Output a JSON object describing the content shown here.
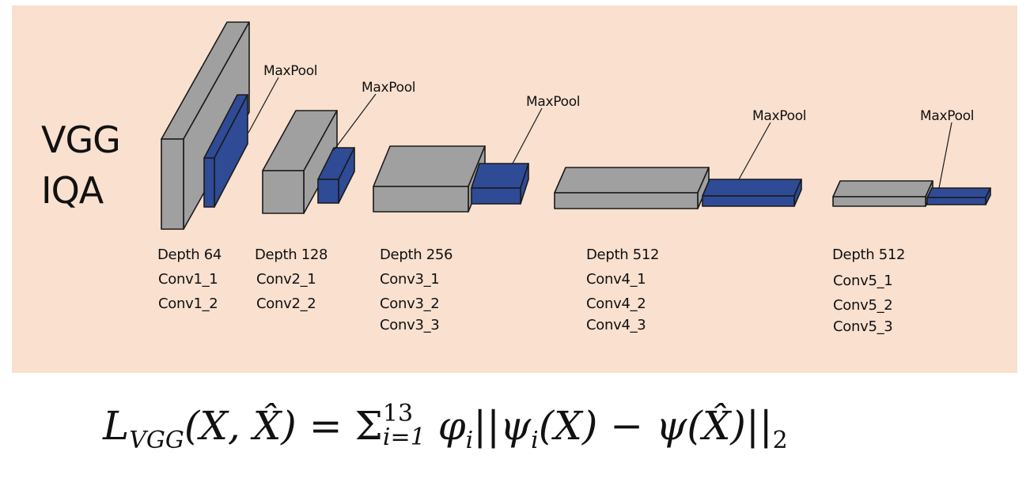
{
  "title": {
    "line1": "VGG",
    "line2": "IQA"
  },
  "colors": {
    "background_panel": "#f9e0cf",
    "conv_block": "#a0a0a0",
    "maxpool_block": "#2f4b96",
    "outline": "#1a1a1a"
  },
  "blocks": [
    {
      "maxpool_label": "MaxPool",
      "depth": "Depth 64",
      "layers": [
        "Conv1_1",
        "Conv1_2"
      ]
    },
    {
      "maxpool_label": "MaxPool",
      "depth": "Depth 128",
      "layers": [
        "Conv2_1",
        "Conv2_2"
      ]
    },
    {
      "maxpool_label": "MaxPool",
      "depth": "Depth 256",
      "layers": [
        "Conv3_1",
        "Conv3_2",
        "Conv3_3"
      ]
    },
    {
      "maxpool_label": "MaxPool",
      "depth": "Depth 512",
      "layers": [
        "Conv4_1",
        "Conv4_2",
        "Conv4_3"
      ]
    },
    {
      "maxpool_label": "MaxPool",
      "depth": "Depth 512",
      "layers": [
        "Conv5_1",
        "Conv5_2",
        "Conv5_3"
      ]
    }
  ],
  "formula": {
    "lhs_L": "L",
    "lhs_sub": "VGG",
    "lhs_args": "(X, X̂)",
    "equals": "=",
    "sigma": "Σ",
    "sum_upper": "13",
    "sum_lower": "i=1",
    "phi": "φ",
    "phi_sub": "i",
    "norm_open": "||",
    "psi1": "ψ",
    "psi1_sub": "i",
    "arg1": "(X)",
    "minus": "−",
    "psi2": "ψ",
    "arg2": "(X̂)",
    "norm_close": "||",
    "norm_sub": "2"
  }
}
